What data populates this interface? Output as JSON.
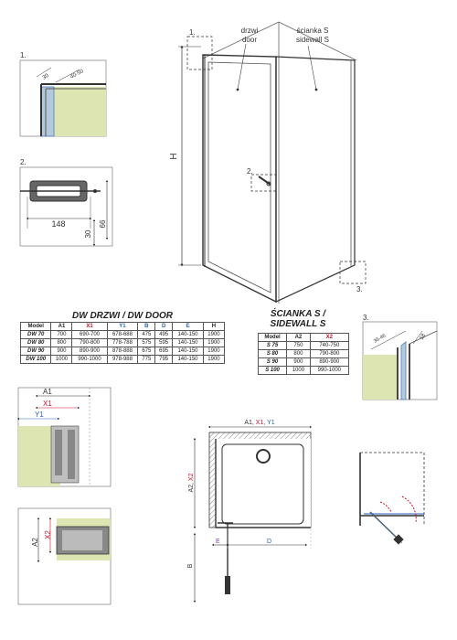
{
  "callouts": {
    "c1": "1.",
    "c2": "2.",
    "c3": "3."
  },
  "main_drawing": {
    "door_label": [
      "drzwi",
      "door"
    ],
    "sidewall_label": [
      "ścianka S",
      "sidewall S"
    ],
    "height_label": "H"
  },
  "detail1": {
    "dim_a": "30",
    "dim_b": "40-50"
  },
  "detail2": {
    "width": "148",
    "height_a": "30",
    "height_b": "66"
  },
  "detail3": {
    "dim_a": "36-46",
    "dim_b": "18"
  },
  "door_table": {
    "title": "DW DRZWI / DW DOOR",
    "headers": [
      "Model",
      "A1",
      "X1",
      "Y1",
      "B",
      "D",
      "E",
      "H"
    ],
    "rows": [
      [
        "DW 70",
        "700",
        "690-700",
        "678-688",
        "475",
        "495",
        "140-150",
        "1900"
      ],
      [
        "DW 80",
        "800",
        "790-800",
        "778-788",
        "575",
        "595",
        "140-150",
        "1900"
      ],
      [
        "DW 90",
        "900",
        "890-900",
        "878-888",
        "675",
        "695",
        "140-150",
        "1900"
      ],
      [
        "DW 100",
        "1000",
        "990-1000",
        "978-988",
        "775",
        "795",
        "140-150",
        "1900"
      ]
    ]
  },
  "side_table": {
    "title": [
      "ŚCIANKA S /",
      "SIDEWALL S"
    ],
    "headers": [
      "Model",
      "A2",
      "X2"
    ],
    "rows": [
      [
        "S 75",
        "750",
        "740-750"
      ],
      [
        "S 80",
        "800",
        "790-800"
      ],
      [
        "S 90",
        "900",
        "890-900"
      ],
      [
        "S 100",
        "1000",
        "990-1000"
      ]
    ]
  },
  "bottom_left": {
    "a1": "A1",
    "x1": "X1",
    "y1": "Y1",
    "a2": "A2",
    "x2": "X2"
  },
  "plan_view": {
    "top_dim": [
      "A1, ",
      "X1",
      ", Y1"
    ],
    "side_dim": [
      "A2, ",
      "X2"
    ],
    "e": "E",
    "d": "D",
    "b": "B"
  },
  "colors": {
    "red": "#d0102a",
    "blue": "#2a63b8",
    "wall": "#dde6b3",
    "glass": "#4a7bb8"
  }
}
